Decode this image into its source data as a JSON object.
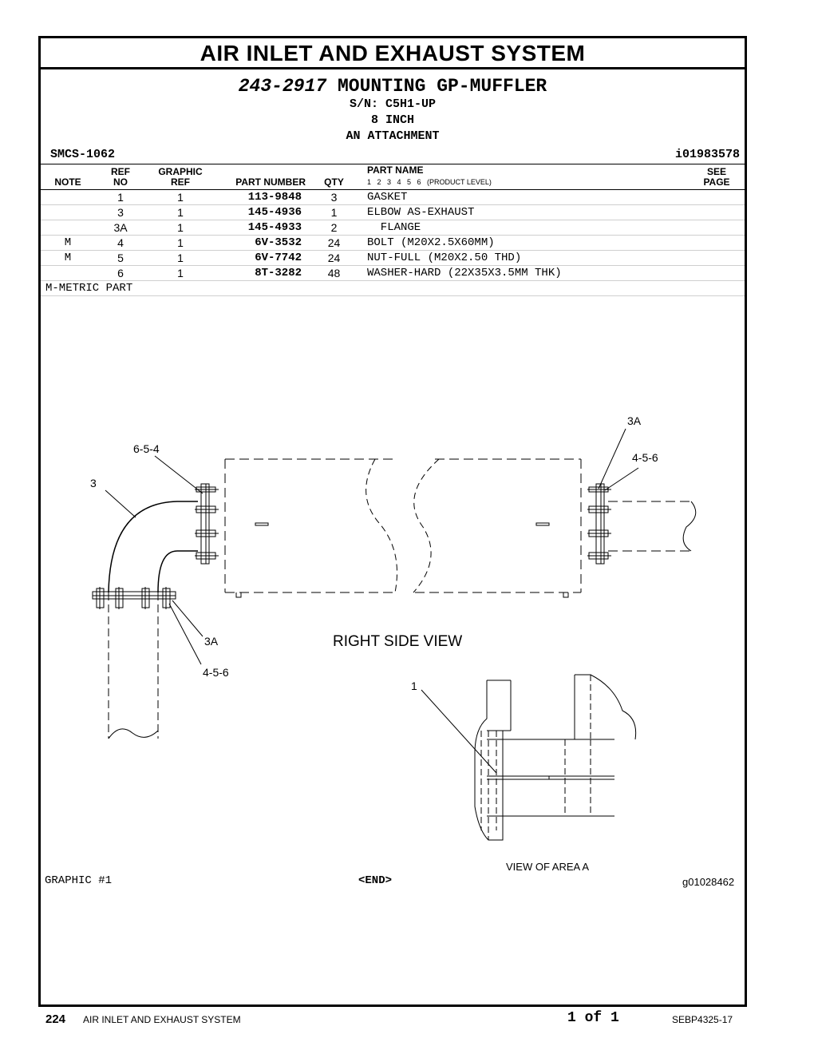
{
  "section_title": "AIR INLET AND EXHAUST SYSTEM",
  "group": {
    "part_number": "243-2917",
    "name": "MOUNTING GP-MUFFLER",
    "serial": "S/N: C5H1-UP",
    "size": "8 INCH",
    "attachment": "AN ATTACHMENT"
  },
  "smcs": "SMCS-1062",
  "illustration_id": "i01983578",
  "table": {
    "headers": {
      "note": "NOTE",
      "ref_top": "REF",
      "ref_bottom": "NO",
      "graphic_top": "GRAPHIC",
      "graphic_bottom": "REF",
      "part_number": "PART NUMBER",
      "qty": "QTY",
      "part_name": "PART NAME",
      "levels": "1   2   3   4   5   6   (PRODUCT LEVEL)",
      "see_top": "SEE",
      "see_bottom": "PAGE"
    },
    "rows": [
      {
        "note": "",
        "ref": "1",
        "graphic": "1",
        "part_number": "113-9848",
        "qty": "3",
        "name": "GASKET"
      },
      {
        "note": "",
        "ref": "3",
        "graphic": "1",
        "part_number": "145-4936",
        "qty": "1",
        "name": "ELBOW AS-EXHAUST"
      },
      {
        "note": "",
        "ref": "3A",
        "graphic": "1",
        "part_number": "145-4933",
        "qty": "2",
        "name": "  FLANGE"
      },
      {
        "note": "M",
        "ref": "4",
        "graphic": "1",
        "part_number": "6V-3532",
        "qty": "24",
        "name": "BOLT (M20X2.5X60MM)"
      },
      {
        "note": "M",
        "ref": "5",
        "graphic": "1",
        "part_number": "6V-7742",
        "qty": "24",
        "name": "NUT-FULL (M20X2.50 THD)"
      },
      {
        "note": "",
        "ref": "6",
        "graphic": "1",
        "part_number": "8T-3282",
        "qty": "48",
        "name": "WASHER-HARD (22X35X3.5MM THK)"
      }
    ],
    "footnote": "M-METRIC PART"
  },
  "drawing": {
    "callouts": {
      "c3a_right": "3A",
      "c456_right": "4-5-6",
      "c654": "6-5-4",
      "c3": "3",
      "c3a_left": "3A",
      "c456_left": "4-5-6",
      "c1": "1"
    },
    "right_side_view": "RIGHT SIDE VIEW",
    "view_of_area": "VIEW OF AREA  A"
  },
  "graphic_label": "GRAPHIC #1",
  "end_label": "<END>",
  "graphic_id": "g01028462",
  "footer": {
    "page_number": "224",
    "section": "AIR INLET AND EXHAUST SYSTEM",
    "page_of": "1 of 1",
    "doc_id": "SEBP4325-17"
  }
}
